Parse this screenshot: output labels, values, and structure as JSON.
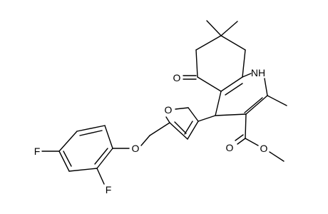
{
  "diagram": {
    "type": "chemical-structure",
    "labels": {
      "f_para": "F",
      "f_ortho": "F",
      "ether_o": "O",
      "furan_o": "O",
      "ketone_o": "O",
      "nh": "NH",
      "ester_carbonyl_o": "O",
      "ester_o": "O"
    }
  }
}
